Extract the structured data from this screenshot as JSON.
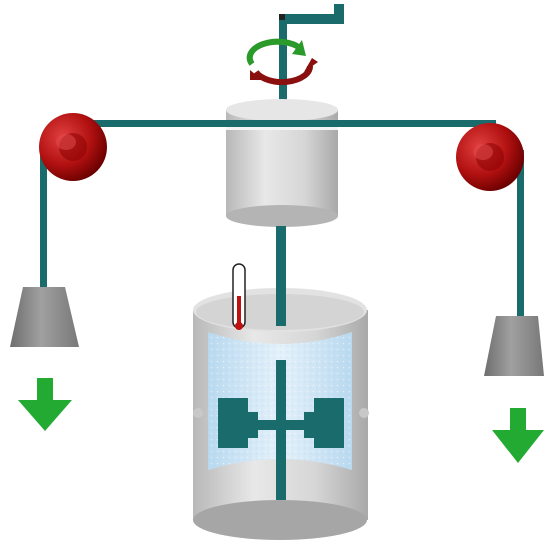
{
  "diagram": {
    "subject": "Joule apparatus",
    "components": {
      "crank_handle": "crank-handle",
      "rotation_indicator": "rotation-arrows",
      "drum": "winding-drum",
      "pulleys": [
        "left-pulley",
        "right-pulley"
      ],
      "masses": [
        "left-weight",
        "right-weight"
      ],
      "motion_arrows": [
        "down-arrow",
        "down-arrow"
      ],
      "thermometer": "thermometer",
      "vessel": "insulated-vessel",
      "liquid": "water",
      "paddle": "paddle-wheel"
    },
    "colors": {
      "rod": "#1a6b6b",
      "pulley": "#b01010",
      "metal": "#d2d2d2",
      "weight": "#8c8c8c",
      "arrow": "#22aa33",
      "rotation_green": "#2a9a2a",
      "rotation_red": "#8a1010",
      "water": "#cfe6f5",
      "paddle": "#1a6b6b",
      "thermometer_fluid": "#c01010"
    }
  }
}
